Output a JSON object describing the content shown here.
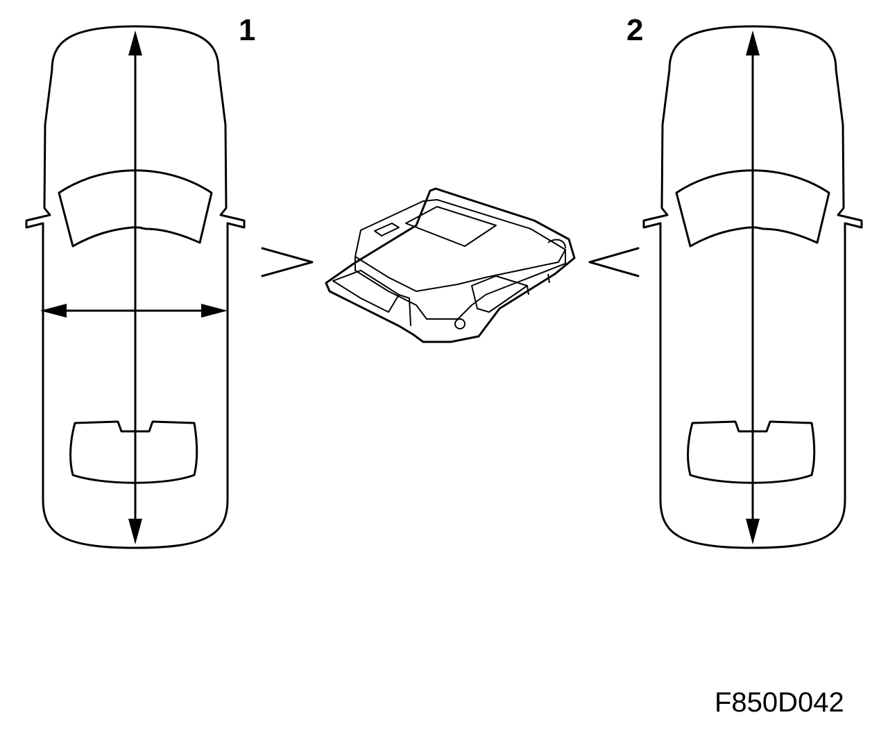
{
  "labels": {
    "left_car": "1",
    "right_car": "2"
  },
  "figure_code": "F850D042",
  "colors": {
    "line": "#000000",
    "background": "#ffffff"
  },
  "icons": {
    "left_car": "car-top-view-icon",
    "right_car": "car-top-view-icon",
    "control_module": "airbag-control-module-icon"
  }
}
